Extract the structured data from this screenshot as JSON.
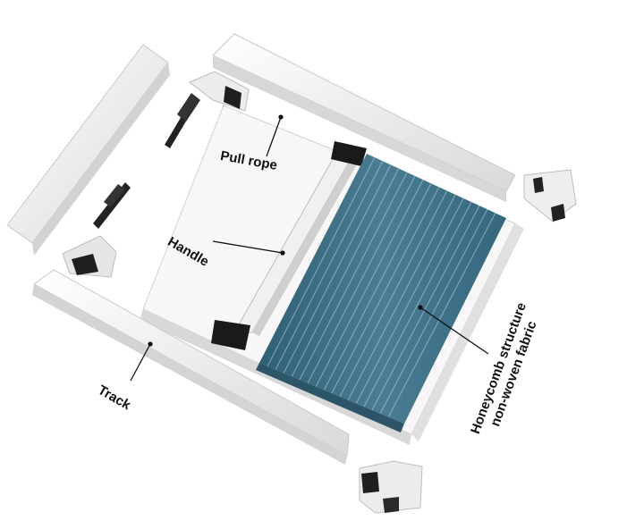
{
  "labels": {
    "pull_rope": "Pull rope",
    "handle": "Handle",
    "track": "Track",
    "fabric_line1": "Honeycomb structure",
    "fabric_line2": "non-woven fabric"
  },
  "colors": {
    "frame": "#f2f2f2",
    "frame_shadow": "#cfcfcf",
    "fabric": "#3f6f86",
    "fabric_dark": "#2c5568",
    "hardware": "#1d1d1d",
    "text": "#111111"
  }
}
